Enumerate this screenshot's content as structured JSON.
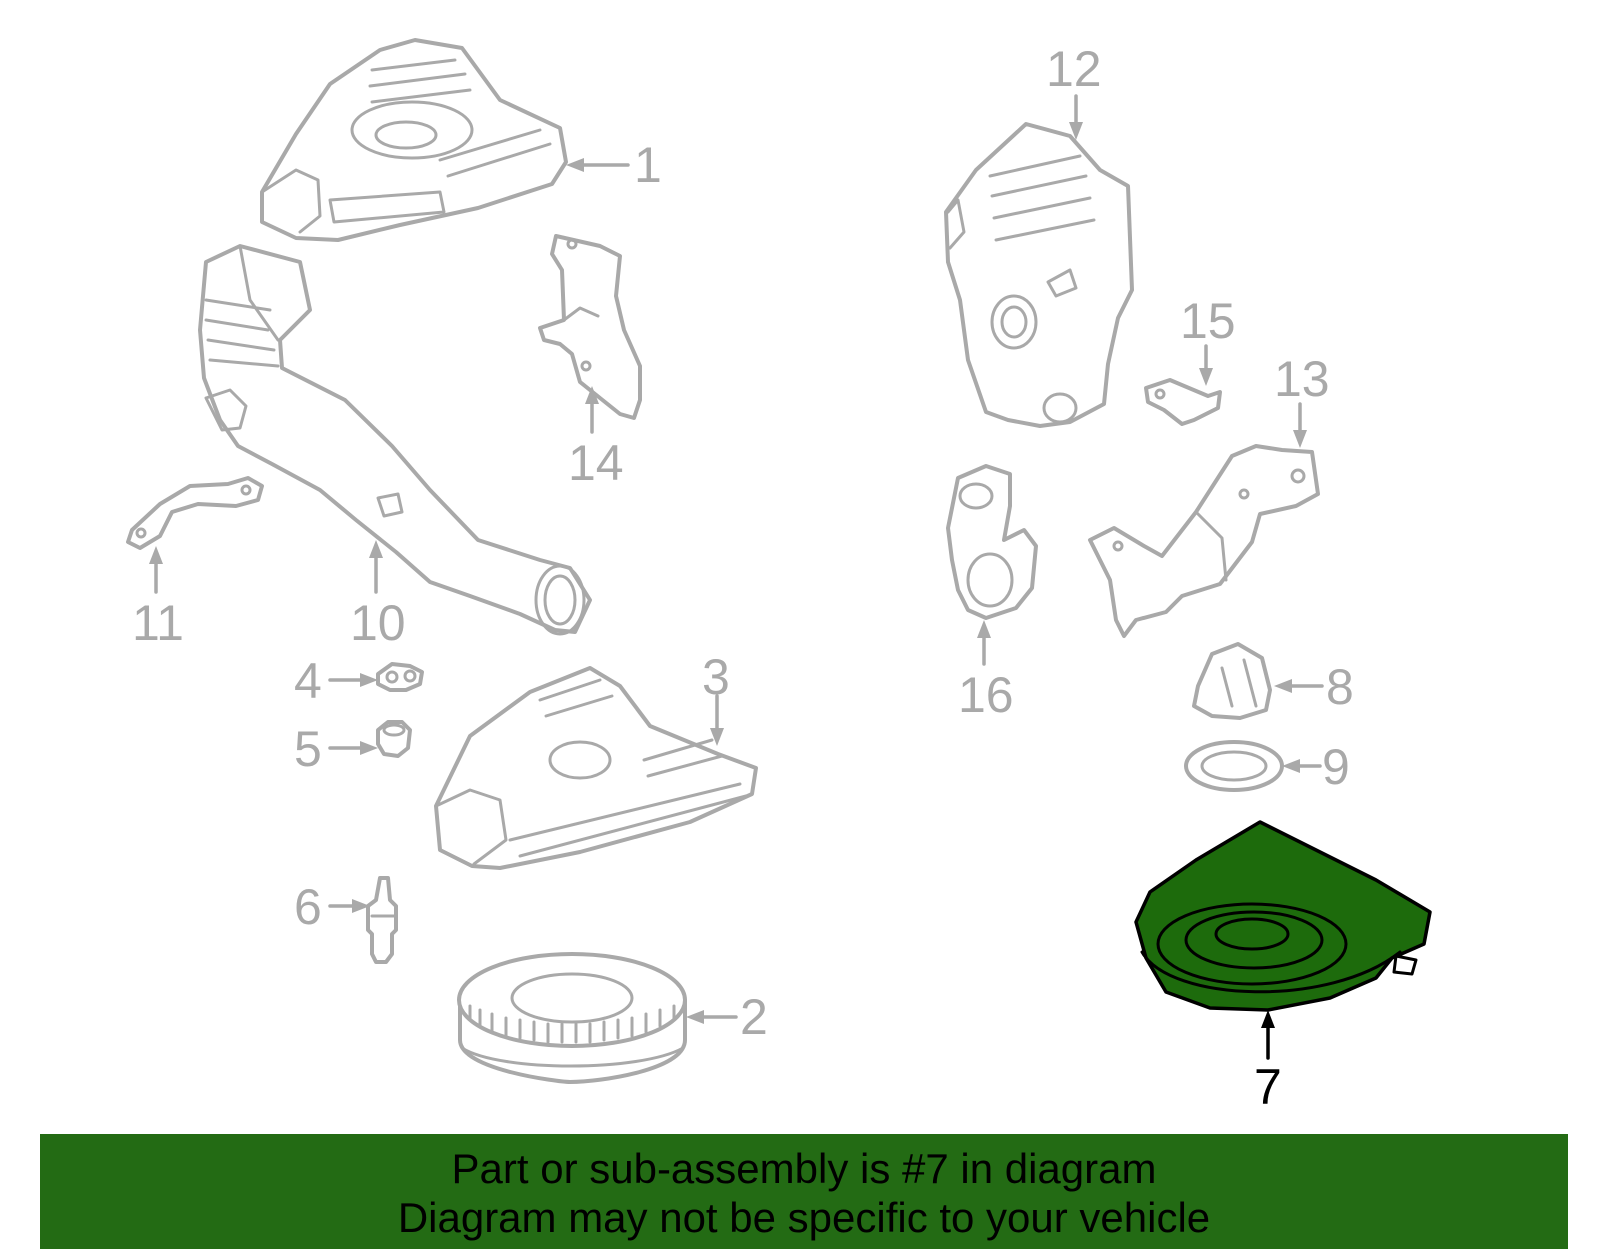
{
  "callouts": {
    "c1": "1",
    "c2": "2",
    "c3": "3",
    "c4": "4",
    "c5": "5",
    "c6": "6",
    "c7": "7",
    "c8": "8",
    "c9": "9",
    "c10": "10",
    "c11": "11",
    "c12": "12",
    "c13": "13",
    "c14": "14",
    "c15": "15",
    "c16": "16"
  },
  "highlighted_part": "7",
  "colors": {
    "highlight_fill": "#1d6b0c",
    "banner_background": "#236b14",
    "part_outline": "#a9a9a9"
  },
  "banner": {
    "line1": "Part or sub-assembly is #7 in diagram",
    "line2": "Diagram may not be specific to your vehicle"
  }
}
